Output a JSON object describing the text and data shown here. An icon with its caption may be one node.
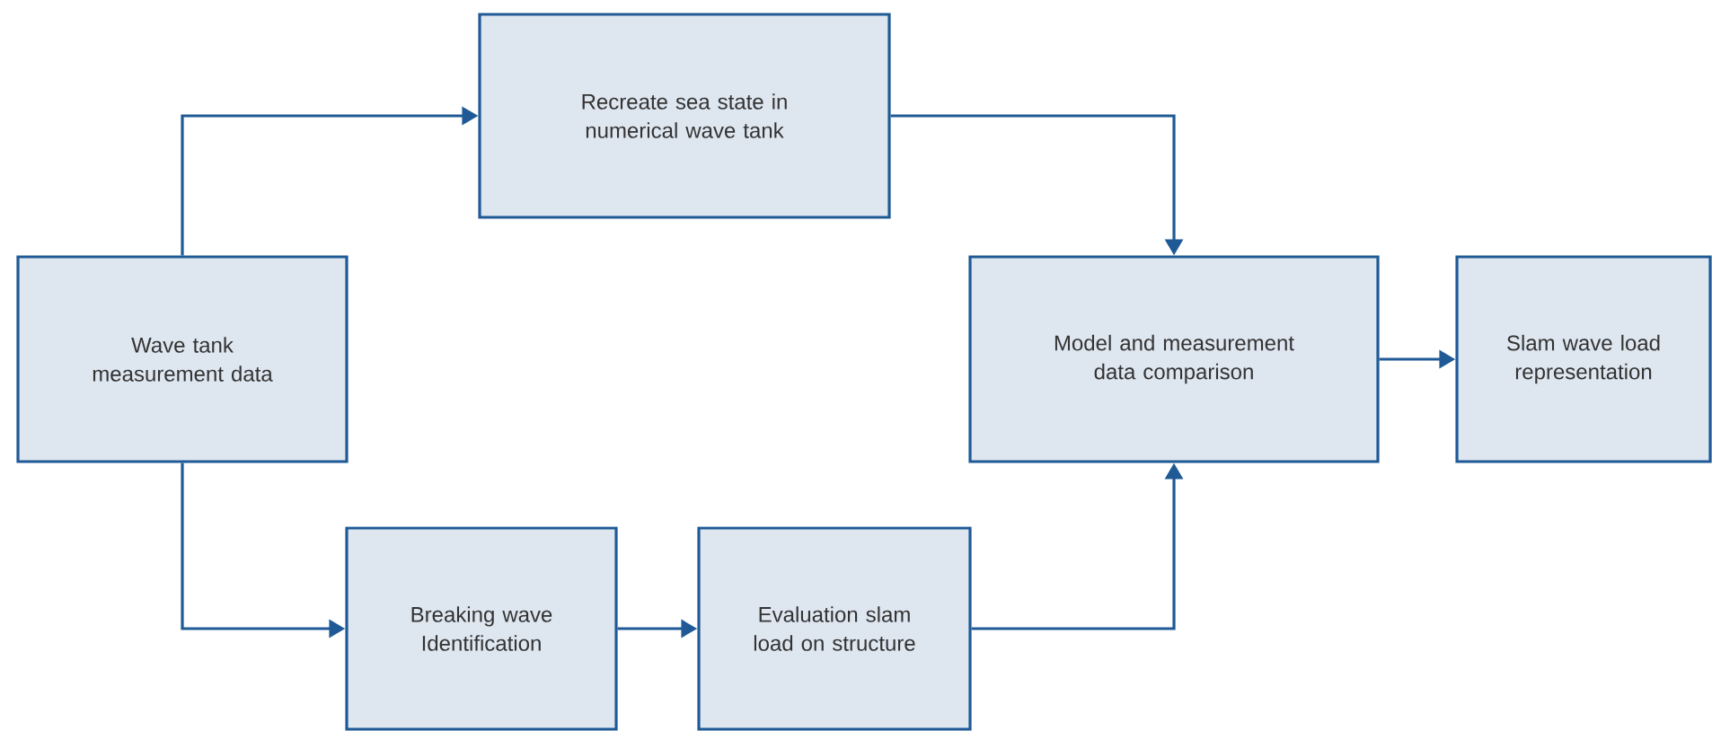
{
  "diagram": {
    "nodes": [
      {
        "text": [
          "Wave tank measurement data"
        ]
      },
      {
        "text": [
          "Recreate sea state in numerical wave tank"
        ]
      },
      {
        "text": [
          "Breaking wave Identification"
        ]
      },
      {
        "text": [
          "Evaluation slam load on structure"
        ]
      },
      {
        "text": [
          "Model and measurement data comparison"
        ]
      },
      {
        "text": [
          "Slam wave load representation"
        ]
      }
    ],
    "edges": [
      {
        "from": 0,
        "to": 1,
        "arrow": "to"
      },
      {
        "from": 0,
        "to": 2,
        "arrow": "to"
      },
      {
        "from": 2,
        "to": 3,
        "arrow": "to"
      },
      {
        "from": 3,
        "to": 4,
        "arrow": "to"
      },
      {
        "from": 1,
        "to": 4,
        "arrow": "to"
      },
      {
        "from": 4,
        "to": 5,
        "arrow": "to"
      }
    ]
  }
}
